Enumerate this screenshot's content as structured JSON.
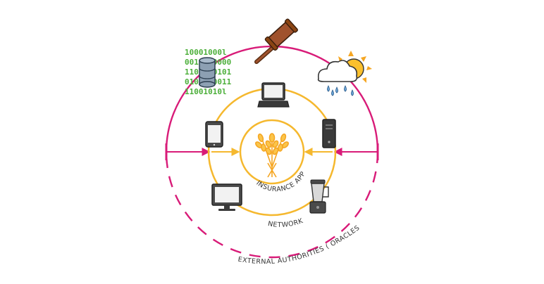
{
  "labels": {
    "center": "INSURANCE APP",
    "network": "NETWORK",
    "oracles": "EXTERNAL AUTHORITIES ( ORACLES )"
  },
  "binary_lines": [
    "10001000l",
    "0010110000",
    "1100010101",
    "0101010011",
    "11001010l"
  ],
  "icons": [
    "wheat-icon",
    "laptop-icon",
    "smartphone-icon",
    "server-tower-icon",
    "monitor-icon",
    "blender-icon",
    "database-icon",
    "gavel-icon",
    "weather-icon"
  ],
  "colors": {
    "inner": "#f5b82e",
    "outer": "#d81b78",
    "binary": "#4caf3a",
    "text": "#333333"
  }
}
